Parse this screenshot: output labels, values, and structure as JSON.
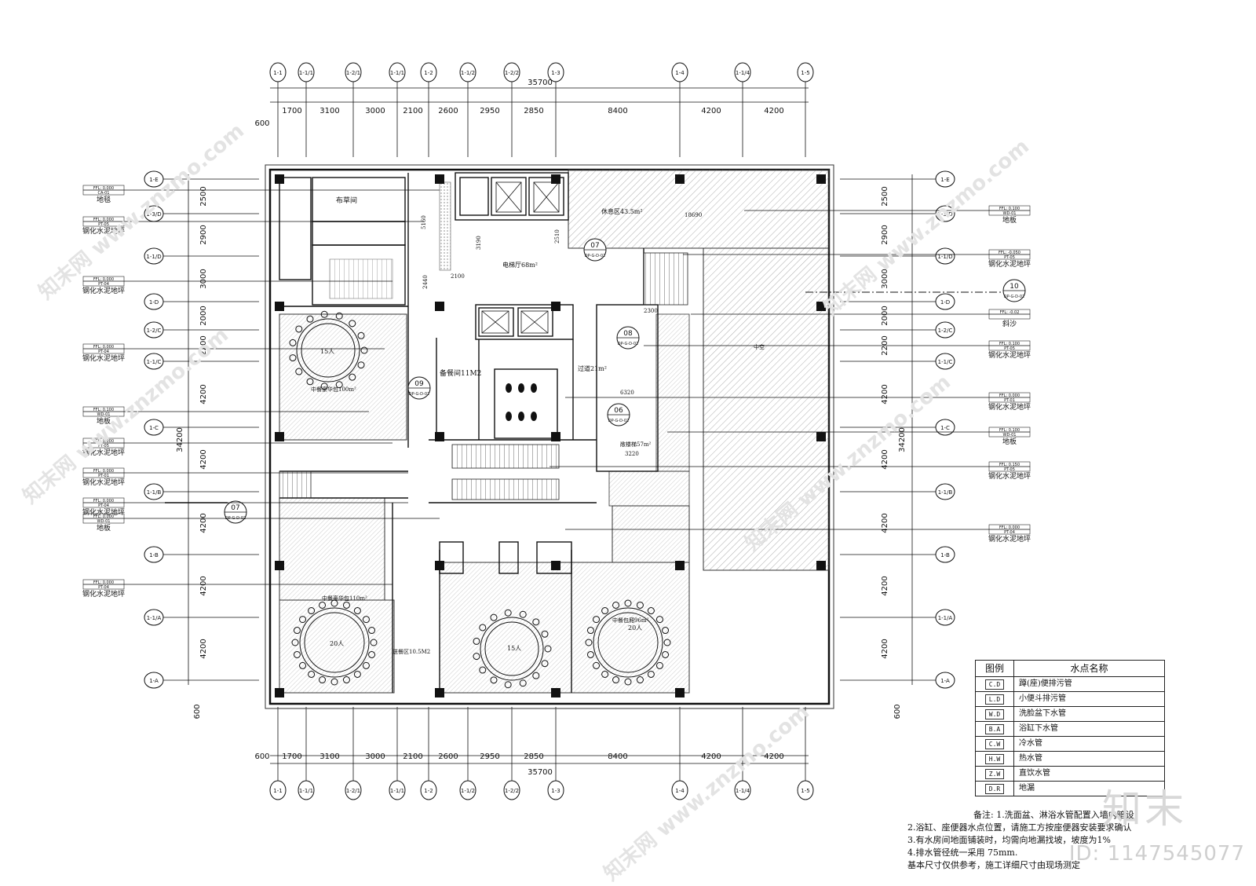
{
  "grid": {
    "columns": [
      "1-1",
      "1-1/1",
      "1-2/1",
      "1-1/1",
      "1-2",
      "1-1/2",
      "1-2/2",
      "1-3",
      "1-4",
      "1-1/4",
      "1-5"
    ],
    "col_dims": [
      "1700",
      "3100",
      "3000",
      "2100",
      "2600",
      "2950",
      "2850",
      "8400",
      "4200",
      "4200"
    ],
    "overall_width": "35700",
    "edge_offset": "600",
    "rows": [
      "1-E",
      "1-3/D",
      "1-1/D",
      "1-D",
      "1-2/C",
      "1-1/C",
      "1-C",
      "1-1/B",
      "1-B",
      "1-1/A",
      "1-A"
    ],
    "row_dims": [
      "2500",
      "2900",
      "3000",
      "2000",
      "2200",
      "4200",
      "4200",
      "4200",
      "4200",
      "4200"
    ],
    "overall_height": "34200"
  },
  "rooms": {
    "linen": "布草间",
    "rest_area": "休息区43.5m²",
    "lift_lobby": "电梯厅68m²",
    "prep_room": "备餐间11M2",
    "corridor": "过道21m²",
    "private_room_a": "中餐豪华包100m²",
    "private_room_b": "中餐豪华包110m²",
    "private_room_c": "中餐包厢96m²",
    "serving_room": "送餐区10.5M2",
    "void": "中空",
    "stair_hall": "敞楼梯57m²",
    "seats_15a": "15人",
    "seats_20a": "20人",
    "seats_15b": "15人",
    "seats_20b": "20人",
    "dim_5160": "5160",
    "dim_3190": "3190",
    "dim_2510": "2510",
    "dim_2100": "2100",
    "dim_2440": "2440",
    "dim_2300": "2300",
    "dim_18690": "18690",
    "dim_6320": "6320",
    "dim_3220": "3220"
  },
  "section_marks": [
    {
      "num": "07",
      "ref": "DP-G-D-02"
    },
    {
      "num": "08",
      "ref": "DP-G-D-02"
    },
    {
      "num": "09",
      "ref": "DP-G-D-02"
    },
    {
      "num": "06",
      "ref": "DP-G-D-02"
    },
    {
      "num": "07",
      "ref": "DP-G-D-02"
    },
    {
      "num": "10",
      "ref": "DP-G-D-02"
    }
  ],
  "left_tags": [
    {
      "ffl": "FFL: 0.000",
      "code": "CA-01",
      "label": "地毯"
    },
    {
      "ffl": "FFL: 0.000",
      "code": "PT-05",
      "label": "钢化水泥地坪"
    },
    {
      "ffl": "FFL: 0.000",
      "code": "PT-04",
      "label": "钢化水泥地坪"
    },
    {
      "ffl": "FFL: 0.000",
      "code": "PT-04",
      "label": "钢化水泥地坪"
    },
    {
      "ffl": "FFL: 0.100",
      "code": "WD-01",
      "label": "地板"
    },
    {
      "ffl": "FFL: 0.000",
      "code": "PT-05",
      "label": "钢化水泥地坪"
    },
    {
      "ffl": "FFL: 0.000",
      "code": "PT-01",
      "label": "钢化水泥地坪"
    },
    {
      "ffl": "FFL: 0.000",
      "code": "PT-04",
      "label": "钢化水泥地坪"
    },
    {
      "ffl": "FFL: 0.000",
      "code": "WD-01",
      "label": "地板"
    },
    {
      "ffl": "FFL: 0.000",
      "code": "PT-04",
      "label": "钢化水泥地坪"
    }
  ],
  "right_tags": [
    {
      "ffl": "FFL: 0.100",
      "code": "WD-01",
      "label": "地板"
    },
    {
      "ffl": "FFL: -0.050",
      "code": "PT-05",
      "label": "钢化水泥地坪"
    },
    {
      "ffl": "FFL: -0.02",
      "code": "",
      "label": "斜沙"
    },
    {
      "ffl": "FFL: 0.100",
      "code": "PT-05",
      "label": "钢化水泥地坪"
    },
    {
      "ffl": "FFL: 0.000",
      "code": "PT-01",
      "label": "钢化水泥地坪"
    },
    {
      "ffl": "FFL: 0.100",
      "code": "WD-01",
      "label": "地板"
    },
    {
      "ffl": "FFL: 0.150",
      "code": "PT-05",
      "label": "钢化水泥地坪"
    },
    {
      "ffl": "FFL: 0.000",
      "code": "PT-04",
      "label": "钢化水泥地坪"
    }
  ],
  "legend": {
    "col1": "图例",
    "col2": "水点名称",
    "rows": [
      {
        "code": "C.D",
        "name": "蹲(座)便排污管"
      },
      {
        "code": "L.D",
        "name": "小便斗排污管"
      },
      {
        "code": "W.D",
        "name": "洗脸盆下水管"
      },
      {
        "code": "B.A",
        "name": "浴缸下水管"
      },
      {
        "code": "C.W",
        "name": "冷水管"
      },
      {
        "code": "H.W",
        "name": "热水管"
      },
      {
        "code": "Z.W",
        "name": "直饮水管"
      },
      {
        "code": "D.R",
        "name": "地漏"
      }
    ]
  },
  "notes": [
    "备注: 1.洗面盆、淋浴水管配置入墙内暗设;",
    "2.浴缸、座便器水点位置，请施工方按座便器安装要求确认",
    "3.有水房间地面铺装时，均需向地漏找坡，坡度为1%",
    "4.排水管径统一采用 75mm.",
    "基本尺寸仅供参考，施工详细尺寸由现场测定"
  ],
  "watermark": {
    "site": "知末网 www.znzmo.com",
    "logo": "知末",
    "id": "ID: 1147545077"
  }
}
